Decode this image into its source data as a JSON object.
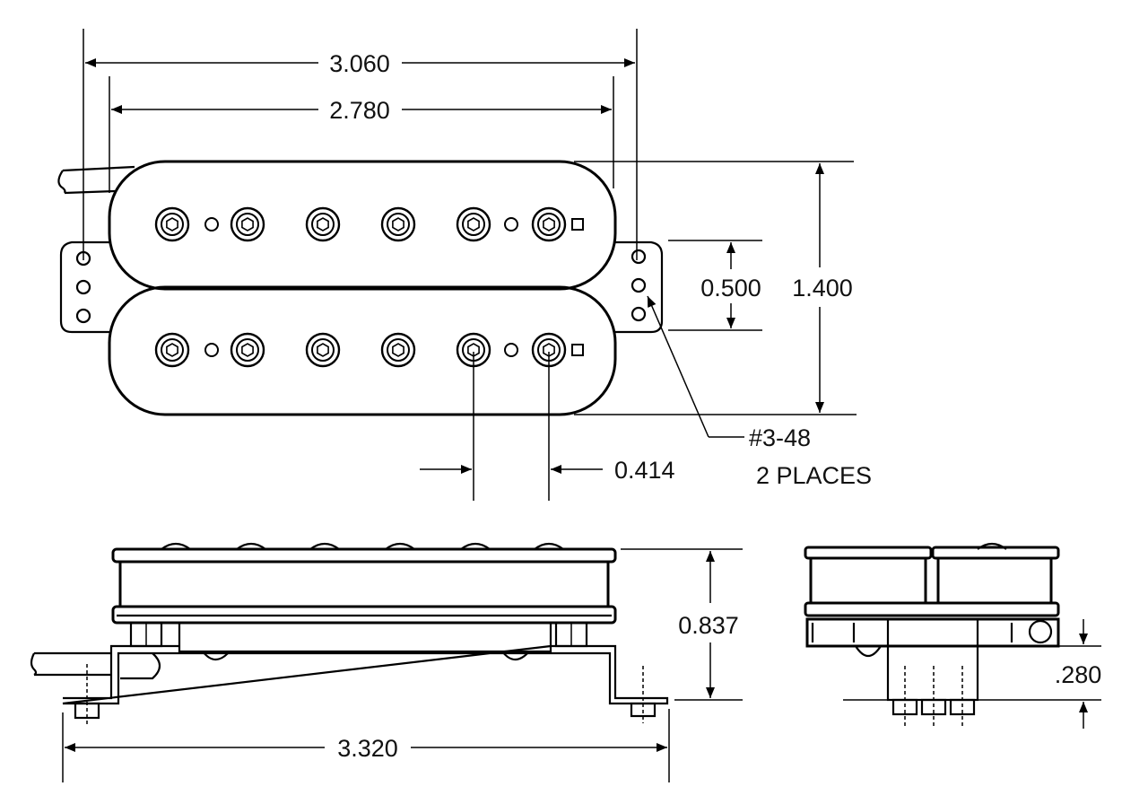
{
  "dimensions": {
    "overall_width": "3.060",
    "bobbin_width": "2.780",
    "height": "1.400",
    "mount_hole_spacing": "0.500",
    "pole_spacing": "0.414",
    "screw_size": "#3-48",
    "screw_qty": "2 PLACES",
    "side_height": "0.837",
    "base_width": "3.320",
    "depth": ".280"
  }
}
